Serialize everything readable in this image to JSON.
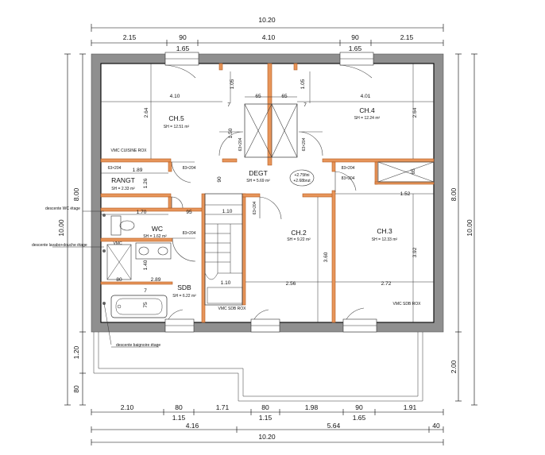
{
  "dimensions": {
    "top": {
      "overall": "10.20",
      "segments": [
        "2.15",
        "90",
        "4.10",
        "90",
        "2.15"
      ],
      "windows": [
        "1.65",
        "1.65"
      ]
    },
    "bottom": {
      "segments": [
        "2.10",
        "80",
        "1.71",
        "80",
        "1.98",
        "90",
        "1.91"
      ],
      "openings": [
        "1.15",
        "1.15",
        "1.65"
      ],
      "partials": [
        "4.16",
        "5.64",
        "40"
      ],
      "overall": "10.20"
    },
    "left": {
      "house_depth": "8.00",
      "overall": "10.00",
      "lower_a": "1.20",
      "lower_b": "80"
    },
    "right": {
      "house_depth": "8.00",
      "overall": "10.00",
      "lower": "2.00"
    }
  },
  "rooms": {
    "ch5": {
      "name": "CH.5",
      "area": "SH = 12.51 m²",
      "w": "4.10",
      "h": "2.64"
    },
    "ch4": {
      "name": "CH.4",
      "area": "SH = 12.24 m²",
      "w": "4.01",
      "h": "2.64"
    },
    "degt": {
      "name": "DEGT",
      "area": "SH = 5.69 m²",
      "note_a": "+2.75fini",
      "note_b": "+2.68brut"
    },
    "rangt": {
      "name": "RANGT",
      "area": "SH = 2.33 m²",
      "w": "1.89",
      "h": "1.26"
    },
    "wc": {
      "name": "WC",
      "area": "SH = 1.62 m²",
      "w": "1.70",
      "d": "95"
    },
    "sdb": {
      "name": "SDB",
      "area": "SH = 6.22 m²",
      "w": "2.89",
      "d": "80"
    },
    "ch2": {
      "name": "CH.2",
      "area": "SH = 9.22 m²",
      "w": "2.56",
      "h": "3.60"
    },
    "ch3": {
      "name": "CH.3",
      "area": "SH = 12.33 m²",
      "w": "2.72",
      "h": "3.92",
      "closet": "1.52"
    }
  },
  "inner_dims": {
    "top_1_05_a": "1.05",
    "top_1_05_b": "1.05",
    "top_65_a": "65",
    "top_65_b": "65",
    "top_7_a": "7",
    "top_7_b": "7",
    "v_1_50": "1.50",
    "v_90": "90",
    "stair_h": "1.10",
    "stair_bottom": "1.10",
    "sdb_140": "1.40",
    "bath_75": "75",
    "sdb_7": "7",
    "closet_65": "65"
  },
  "openings": {
    "p1": "83×204",
    "p2": "83×204",
    "p3": "83×204",
    "p4": "83×204",
    "d1": "63×204",
    "d2": "63×204",
    "d3": "63×204",
    "d4": "63×204"
  },
  "vents": {
    "ch5": "VMC CUISINE ROX",
    "wc": "VMC",
    "sdb": "VMC SDB ROX",
    "ch3": "VMC SDB ROX"
  },
  "notes": {
    "descente_wc": "descente WC étage",
    "descente_lavabo": "descente lavabo+douche étage",
    "descente_baignoire": "descente baignoire étage"
  }
}
